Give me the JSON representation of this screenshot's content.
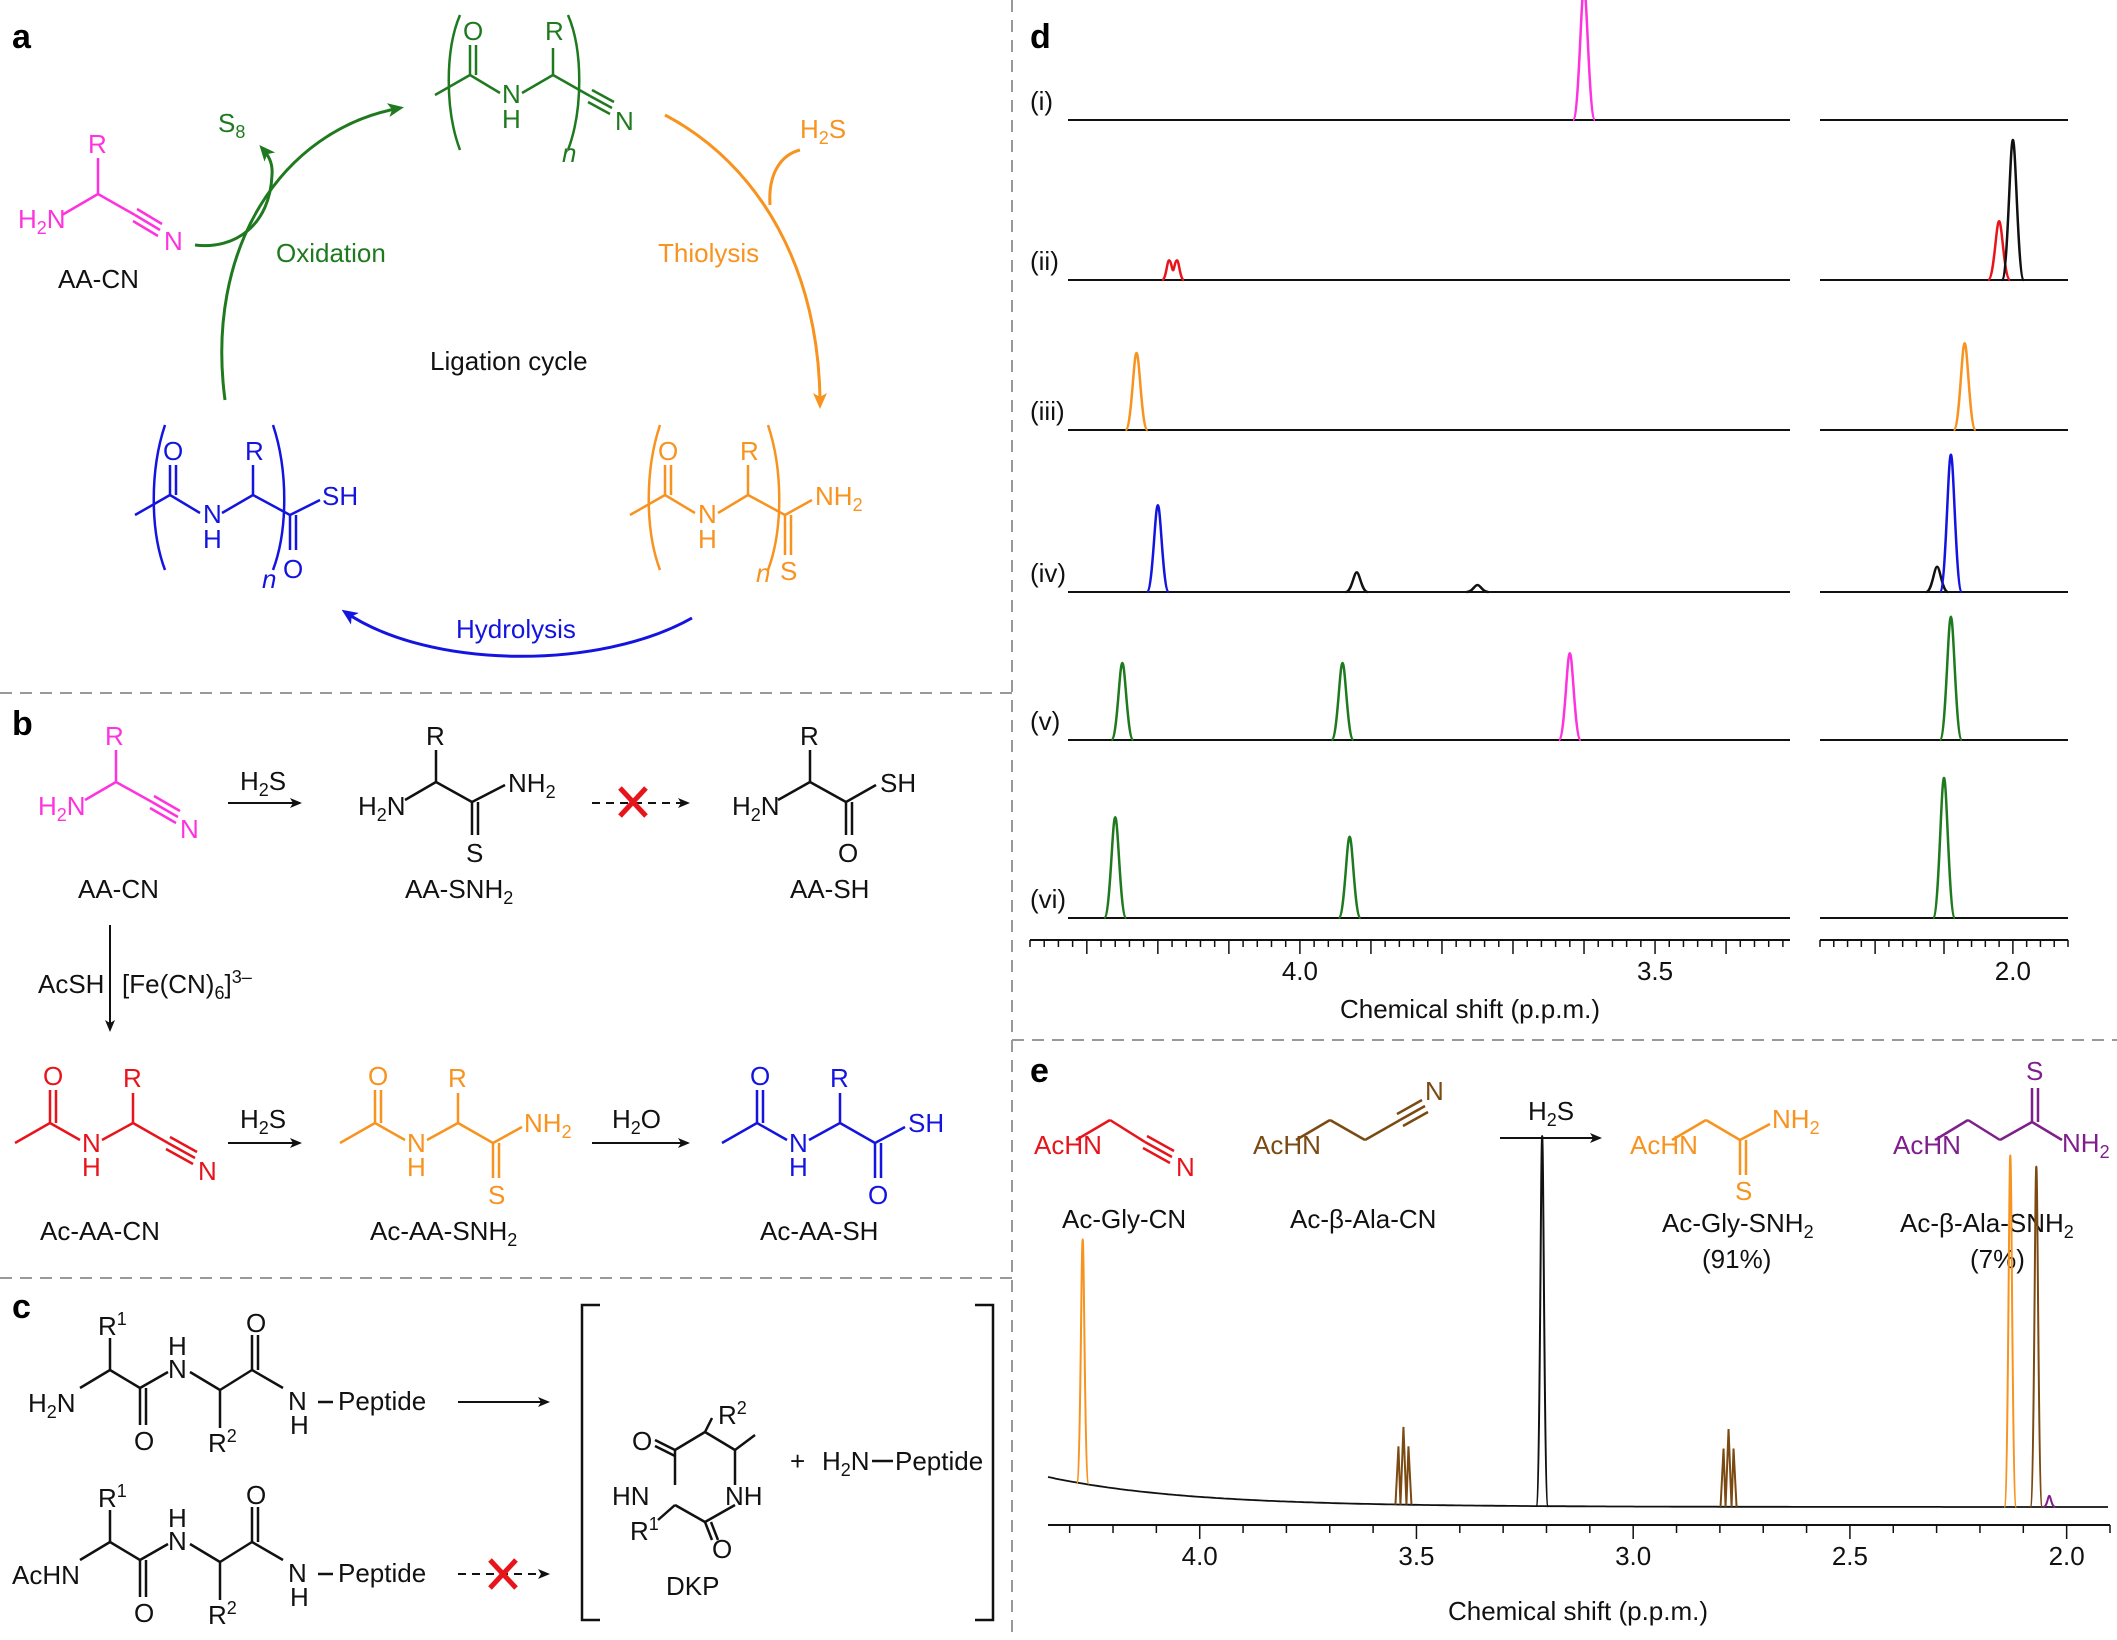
{
  "colors": {
    "magenta": "#ff33dd",
    "green": "#1f7a1f",
    "orange": "#f7931e",
    "blue": "#1414e0",
    "red": "#e8141b",
    "brown": "#7a4a12",
    "purple": "#7f1f8c",
    "black": "#111111",
    "divider": "#999999"
  },
  "panels": {
    "a": "a",
    "b": "b",
    "c": "c",
    "d": "d",
    "e": "e"
  },
  "panel_a": {
    "aa_cn": "AA-CN",
    "s8": "S",
    "s8_sub": "8",
    "h2s": "H",
    "h2s_sub": "2",
    "h2s_tail": "S",
    "oxidation": "Oxidation",
    "thiolysis": "Thiolysis",
    "hydrolysis": "Hydrolysis",
    "center": "Ligation cycle",
    "n": "n",
    "r": "R",
    "o": "O",
    "nh_n": "N",
    "nh_h": "H",
    "sh": "SH",
    "nh2": "NH",
    "nh2_sub": "2",
    "s": "S",
    "h2n": "H",
    "h2n_sub": "2",
    "h2n_tail": "N",
    "nitrile_n": "N"
  },
  "panel_b": {
    "aa_cn": "AA-CN",
    "aa_snh2": "AA-SNH",
    "aa_snh2_sub": "2",
    "aa_sh": "AA-SH",
    "ac_aa_cn": "Ac-AA-CN",
    "ac_aa_snh2": "Ac-AA-SNH",
    "ac_aa_snh2_sub": "2",
    "ac_aa_sh": "Ac-AA-SH",
    "h2s": "H",
    "h2s_sub": "2",
    "h2s_tail": "S",
    "h2o": "H",
    "h2o_sub": "2",
    "h2o_tail": "O",
    "acsh": "AcSH",
    "ferri": "[Fe(CN)",
    "ferri_sub": "6",
    "ferri_sup": "]",
    "ferri_charge": "3–"
  },
  "panel_c": {
    "h2n": "H",
    "h2n_sub": "2",
    "h2n_tail": "N",
    "achn": "AcHN",
    "peptide": "Peptide",
    "nh_dash": "N",
    "h": "H",
    "r1": "R",
    "r1_sup": "1",
    "r2": "R",
    "r2_sup": "2",
    "dkp": "DKP",
    "plus": "+",
    "h2n_peptide": "H",
    "h2n_peptide_sub": "2",
    "h2n_peptide_tail": "N",
    "hn": "HN",
    "nh": "NH",
    "o": "O"
  },
  "panel_d": {
    "spectra_labels": [
      "(i)",
      "(ii)",
      "(iii)",
      "(iv)",
      "(v)",
      "(vi)"
    ],
    "xlabel": "Chemical shift (p.p.m.)",
    "ticks_left": [
      4.0,
      3.5
    ],
    "ticks_right": [
      2.0
    ],
    "tick_labels_left": [
      "4.0",
      "3.5"
    ],
    "tick_labels_right": [
      "2.0"
    ],
    "xlim_left": [
      4.38,
      3.31
    ],
    "xlim_right": [
      2.28,
      1.92
    ],
    "peaks": [
      [
        {
          "ppm": 3.6,
          "h": 0.95,
          "c": "magenta"
        }
      ],
      [
        {
          "ppm": 4.18,
          "h": 0.14,
          "c": "red",
          "doublet": true
        },
        {
          "ppm": 2.02,
          "h": 0.42,
          "c": "red"
        },
        {
          "ppm": 2.0,
          "h": 1.0,
          "c": "black"
        }
      ],
      [
        {
          "ppm": 4.23,
          "h": 0.55,
          "c": "orange"
        },
        {
          "ppm": 2.07,
          "h": 0.62,
          "c": "orange"
        }
      ],
      [
        {
          "ppm": 4.2,
          "h": 0.62,
          "c": "blue"
        },
        {
          "ppm": 3.92,
          "h": 0.14,
          "c": "black"
        },
        {
          "ppm": 3.75,
          "h": 0.05,
          "c": "black"
        },
        {
          "ppm": 2.11,
          "h": 0.18,
          "c": "black"
        },
        {
          "ppm": 2.09,
          "h": 0.98,
          "c": "blue"
        }
      ],
      [
        {
          "ppm": 4.25,
          "h": 0.55,
          "c": "green"
        },
        {
          "ppm": 3.94,
          "h": 0.55,
          "c": "green"
        },
        {
          "ppm": 3.62,
          "h": 0.62,
          "c": "magenta"
        },
        {
          "ppm": 2.09,
          "h": 0.88,
          "c": "green"
        }
      ],
      [
        {
          "ppm": 4.26,
          "h": 0.72,
          "c": "green"
        },
        {
          "ppm": 3.93,
          "h": 0.58,
          "c": "green"
        },
        {
          "ppm": 2.1,
          "h": 1.0,
          "c": "green"
        }
      ]
    ]
  },
  "panel_e": {
    "ac_gly_cn": "Ac-Gly-CN",
    "ac_bala_cn": "Ac-β-Ala-CN",
    "ac_gly_snh2": "Ac-Gly-SNH",
    "ac_gly_snh2_sub": "2",
    "ac_gly_yield": "(91%)",
    "ac_bala_snh2": "Ac-β-Ala-SNH",
    "ac_bala_snh2_sub": "2",
    "ac_bala_yield": "(7%)",
    "achn": "AcHN",
    "h2s": "H",
    "h2s_sub": "2",
    "h2s_tail": "S",
    "nh2": "NH",
    "nh2_sub": "2",
    "n": "N",
    "s": "S",
    "xlabel": "Chemical shift (p.p.m.)",
    "tick_labels": [
      "4.0",
      "3.5",
      "3.0",
      "2.5",
      "2.0"
    ],
    "ticks": [
      4.0,
      3.5,
      3.0,
      2.5,
      2.0
    ],
    "xlim": [
      4.35,
      1.9
    ],
    "peaks": [
      {
        "ppm": 4.27,
        "h": 0.66,
        "c": "orange"
      },
      {
        "ppm": 3.53,
        "h": 0.21,
        "c": "brown",
        "triplet": true
      },
      {
        "ppm": 3.21,
        "h": 1.0,
        "c": "black"
      },
      {
        "ppm": 2.78,
        "h": 0.21,
        "c": "brown",
        "triplet": true
      },
      {
        "ppm": 2.13,
        "h": 0.95,
        "c": "orange"
      },
      {
        "ppm": 2.07,
        "h": 0.92,
        "c": "brown"
      },
      {
        "ppm": 2.04,
        "h": 0.03,
        "c": "purple"
      }
    ]
  }
}
